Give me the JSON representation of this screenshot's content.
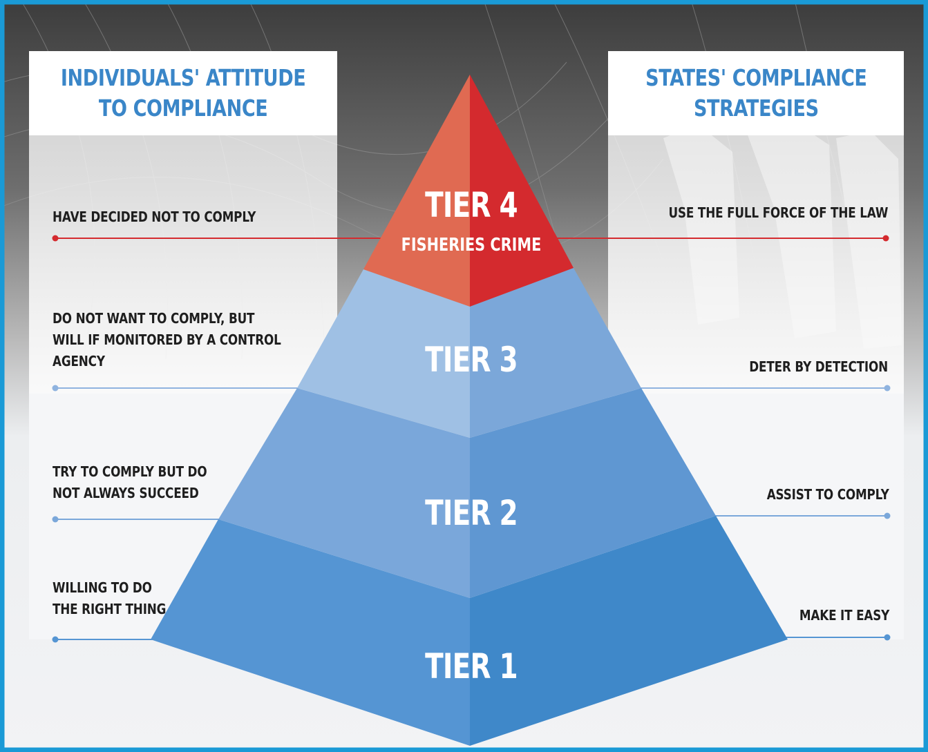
{
  "panels": {
    "left_title": "INDIVIDUALS' ATTITUDE\nTO COMPLIANCE",
    "right_title": "STATES' COMPLIANCE\nSTRATEGIES"
  },
  "tiers": [
    {
      "name": "TIER 4",
      "subtitle": "FISHERIES CRIME",
      "attitude": "HAVE DECIDED NOT TO COMPLY",
      "strategy": "USE THE FULL FORCE OF THE LAW"
    },
    {
      "name": "TIER 3",
      "attitude": "DO NOT WANT TO COMPLY, BUT\nWILL IF MONITORED BY A CONTROL\nAGENCY",
      "strategy": "DETER BY DETECTION"
    },
    {
      "name": "TIER 2",
      "attitude": "TRY TO COMPLY BUT DO\nNOT ALWAYS SUCCEED",
      "strategy": "ASSIST TO COMPLY"
    },
    {
      "name": "TIER 1",
      "attitude": "WILLING TO DO\nTHE RIGHT THING",
      "strategy": "MAKE IT EASY"
    }
  ],
  "colors": {
    "frame": "#1a9ad6",
    "title_blue": "#3a86c8",
    "tier4_left": "#e06a52",
    "tier4_right": "#d42a2e",
    "tier3_left": "#9bbde3",
    "tier3_right": "#7ba7d9",
    "tier2_left": "#7aa7da",
    "tier2_right": "#5d95d2",
    "tier1_left": "#5595d3",
    "tier1_right": "#3a86c8",
    "red_line": "#d42a2e",
    "blue_line": "#8fb3df"
  }
}
